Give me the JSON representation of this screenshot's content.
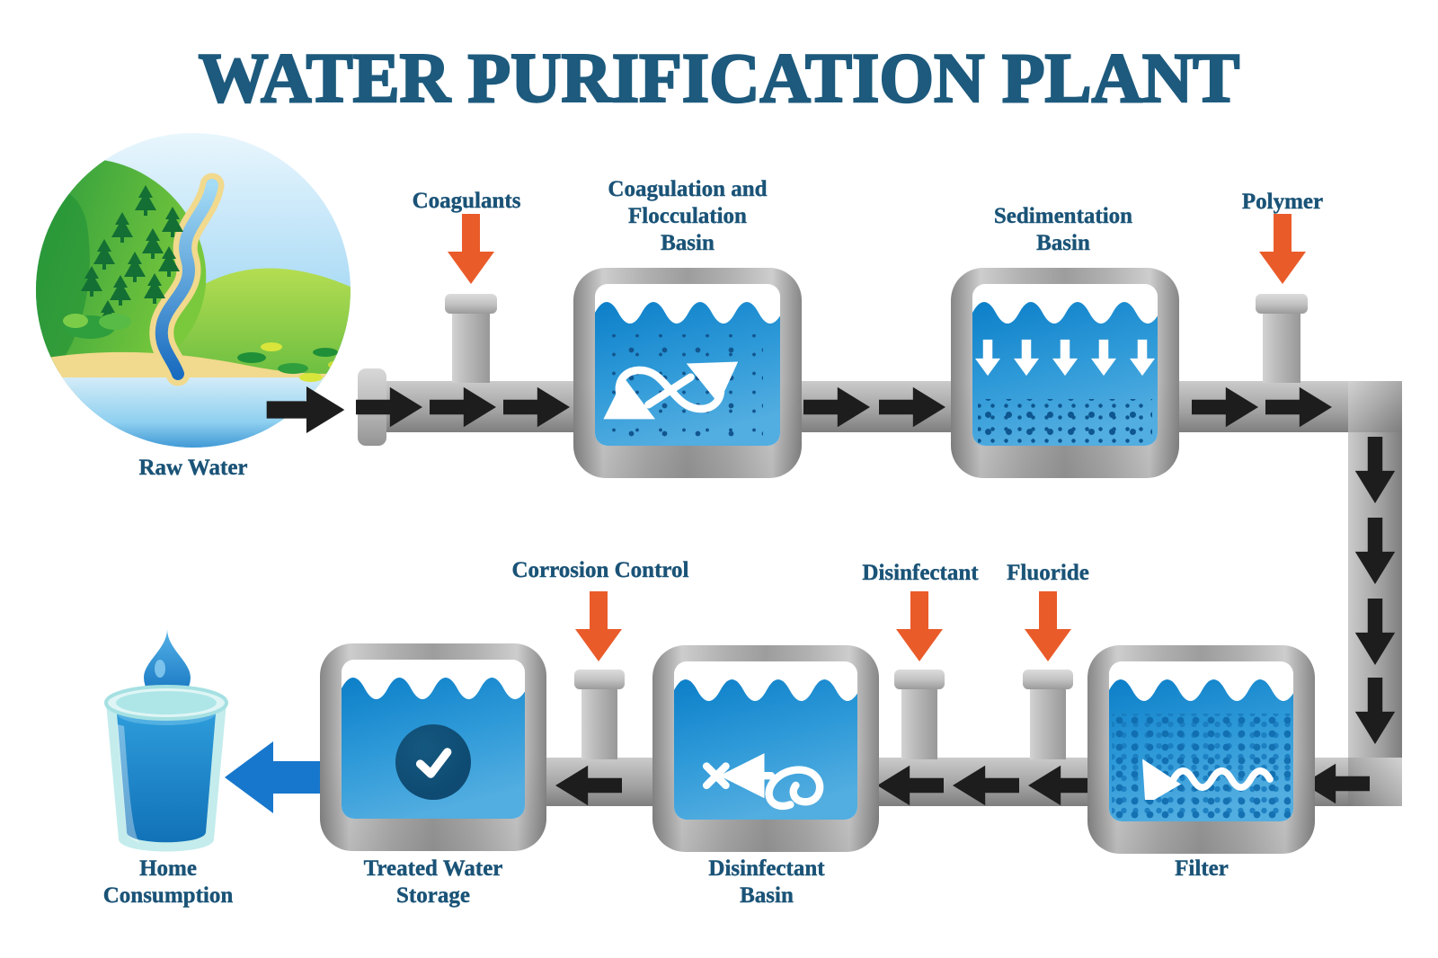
{
  "labels": {
    "title": "WATER PURIFICATION PLANT",
    "raw_water": "Raw Water",
    "coagulants": "Coagulants",
    "coagulation_basin": {
      "l1": "Coagulation and",
      "l2": "Flocculation",
      "l3": "Basin"
    },
    "sedimentation_basin": {
      "l1": "Sedimentation",
      "l2": "Basin"
    },
    "polymer": "Polymer",
    "corrosion_control": "Corrosion Control",
    "disinfectant": "Disinfectant",
    "fluoride": "Fluoride",
    "filter": "Filter",
    "disinfectant_basin": {
      "l1": "Disinfectant",
      "l2": "Basin"
    },
    "treated_water_storage": {
      "l1": "Treated Water",
      "l2": "Storage"
    },
    "home_consumption": {
      "l1": "Home",
      "l2": "Consumption"
    }
  },
  "icons": {
    "raw_water_icon": "river-landscape-in-circle",
    "mixing_icon": "infinity-swirl-arrows",
    "settling_icon": "five-down-arrows",
    "filter_icon": "wavy-left-arrow",
    "disinfection_icon": "germ-kill-x-arrow",
    "storage_icon": "check-circle",
    "consumption_icon": "water-glass-with-droplet",
    "dosing_icon": "orange-down-arrow",
    "flow_icon": "black-flow-arrow"
  },
  "colors": {
    "title_blue": "#1d5a7d",
    "label_blue": "#1a5377",
    "dosing_arrow_orange": "#ea5b2a",
    "flow_arrow_black": "#1d1d1d",
    "pipe_gray": "#a9a9a9",
    "tank_gray": "#9d9d9d",
    "water_blue_dark": "#0c7fc9",
    "water_blue_light": "#52ade0",
    "particle_navy": "#12568f",
    "check_circle_navy": "#0e4a72",
    "consumption_arrow_blue": "#1777cc",
    "glass_teal": "#c4ecec"
  }
}
